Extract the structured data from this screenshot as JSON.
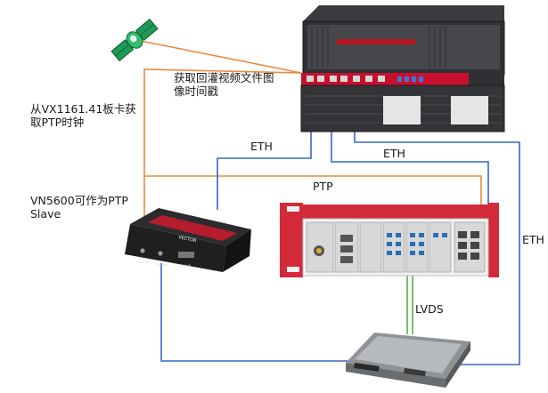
{
  "labels": {
    "video_timestamp": [
      "获取回灌视频文件图",
      "像时间戳"
    ],
    "ptp_clock_source": [
      "从VX1161.41板卡获",
      "取PTP时钟"
    ],
    "vn5600_slave": [
      "VN5600可作为PTP",
      "Slave"
    ],
    "eth_left": "ETH",
    "eth_center": "ETH",
    "eth_right": "ETH",
    "ptp": "PTP",
    "lvds": "LVDS"
  },
  "devices": {
    "vn5600_brand": "VECTOR",
    "vn5600_ports": [
      "ETH 1/2",
      "ETH 3/4",
      "CAN/LIN"
    ]
  },
  "colors": {
    "eth_line": "#3a66c7",
    "ptp_line": "#ec8a3c",
    "lvds_line": "#56b04a",
    "satellite": "#27a35a",
    "server_red": "#c8102e",
    "chassis_red": "#d32a3a",
    "vn5600_red": "#b51d2e"
  }
}
